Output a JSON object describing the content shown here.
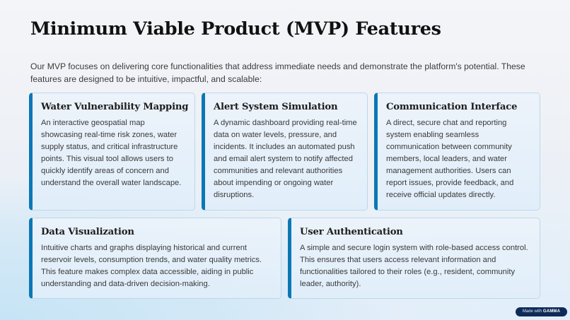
{
  "slide": {
    "title": "Minimum Viable Product (MVP) Features",
    "intro": "Our MVP focuses on delivering core functionalities that address immediate needs and demonstrate the platform's potential. These features are designed to be intuitive, impactful, and scalable:"
  },
  "features": [
    {
      "title": "Water Vulnerability Mapping",
      "body": "An interactive geospatial map showcasing real-time risk zones, water supply status, and critical infrastructure points. This visual tool allows users to quickly identify areas of concern and understand the overall water landscape."
    },
    {
      "title": "Alert System Simulation",
      "body": "A dynamic dashboard providing real-time data on water levels, pressure, and incidents. It includes an automated push and email alert system to notify affected communities and relevant authorities about impending or ongoing water disruptions."
    },
    {
      "title": "Communication Interface",
      "body": "A direct, secure chat and reporting system enabling seamless communication between community members, local leaders, and water management authorities. Users can report issues, provide feedback, and receive official updates directly."
    },
    {
      "title": "Data Visualization",
      "body": "Intuitive charts and graphs displaying historical and current reservoir levels, consumption trends, and water quality metrics. This feature makes complex data accessible, aiding in public understanding and data-driven decision-making."
    },
    {
      "title": "User Authentication",
      "body": "A simple and secure login system with role-based access control. This ensures that users access relevant information and functionalities tailored to their roles (e.g., resident, community leader, authority)."
    }
  ],
  "badge": {
    "prefix": "Made with ",
    "brand": "GAMMA"
  },
  "colors": {
    "accent": "#0b77b5",
    "badge_bg": "#0f2a57"
  }
}
